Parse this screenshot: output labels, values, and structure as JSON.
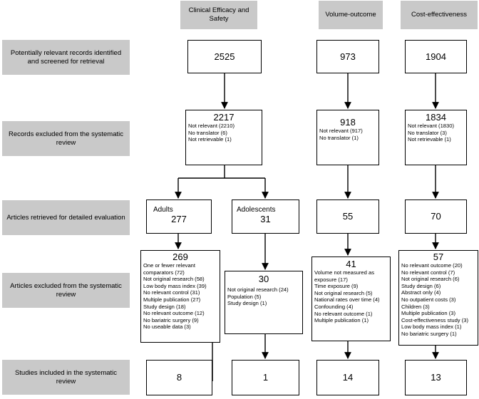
{
  "headers": [
    {
      "id": "clinical",
      "text": "Clinical Efficacy and Safety"
    },
    {
      "id": "volume",
      "text": "Volume-outcome"
    },
    {
      "id": "cost",
      "text": "Cost-effectiveness"
    }
  ],
  "row_labels": [
    "Potentially relevant records identified and screened for retrieval",
    "Records excluded from the systematic review",
    "Articles retrieved for detailed evaluation",
    "Articles excluded from the systematic review",
    "Studies included in the systematic review"
  ],
  "screened": {
    "clinical": "2525",
    "volume": "973",
    "cost": "1904"
  },
  "excluded_records": {
    "clinical": {
      "count": "2217",
      "lines": [
        "Not relevant (2210)",
        "No translator (6)",
        "Not retrievable (1)"
      ]
    },
    "volume": {
      "count": "918",
      "lines": [
        "Not relevant (917)",
        "No translator (1)"
      ]
    },
    "cost": {
      "count": "1834",
      "lines": [
        "Not relevant (1830)",
        "No translator (3)",
        "Not retrievable (1)"
      ]
    }
  },
  "retrieved": {
    "adults": {
      "label": "Adults",
      "count": "277"
    },
    "adolescents": {
      "label": "Adolescents",
      "count": "31"
    },
    "volume": "55",
    "cost": "70"
  },
  "excluded_articles": {
    "adults": {
      "count": "269",
      "lines": [
        "One or fewer relevant comparators (72)",
        "Not original research (58)",
        "Low body mass index (39)",
        "No relevant control (31)",
        "Multiple publication (27)",
        "Study design (18)",
        "No relevant outcome (12)",
        "No bariatric surgery (9)",
        "No useable data (3)"
      ]
    },
    "adolescents": {
      "count": "30",
      "lines": [
        "Not original research (24)",
        "Population (5)",
        "Study design (1)"
      ]
    },
    "volume": {
      "count": "41",
      "lines": [
        "Volume not measured as exposure (17)",
        "Time exposure (9)",
        "Not original research (5)",
        "National rates over time (4)",
        "Confounding (4)",
        "No relevant outcome (1)",
        "Multiple publication (1)"
      ]
    },
    "cost": {
      "count": "57",
      "lines": [
        "No relevant outcome (20)",
        "No relevant control (7)",
        "Not original research (6)",
        "Study design (6)",
        "Abstract only (4)",
        "No outpatient costs (3)",
        "Children (3)",
        "Multiple publication (3)",
        "Cost-effectiveness study (3)",
        "Low body mass index (1)",
        "No bariatric surgery (1)"
      ]
    }
  },
  "included": {
    "adults": "8",
    "adolescents": "1",
    "volume": "14",
    "cost": "13"
  }
}
